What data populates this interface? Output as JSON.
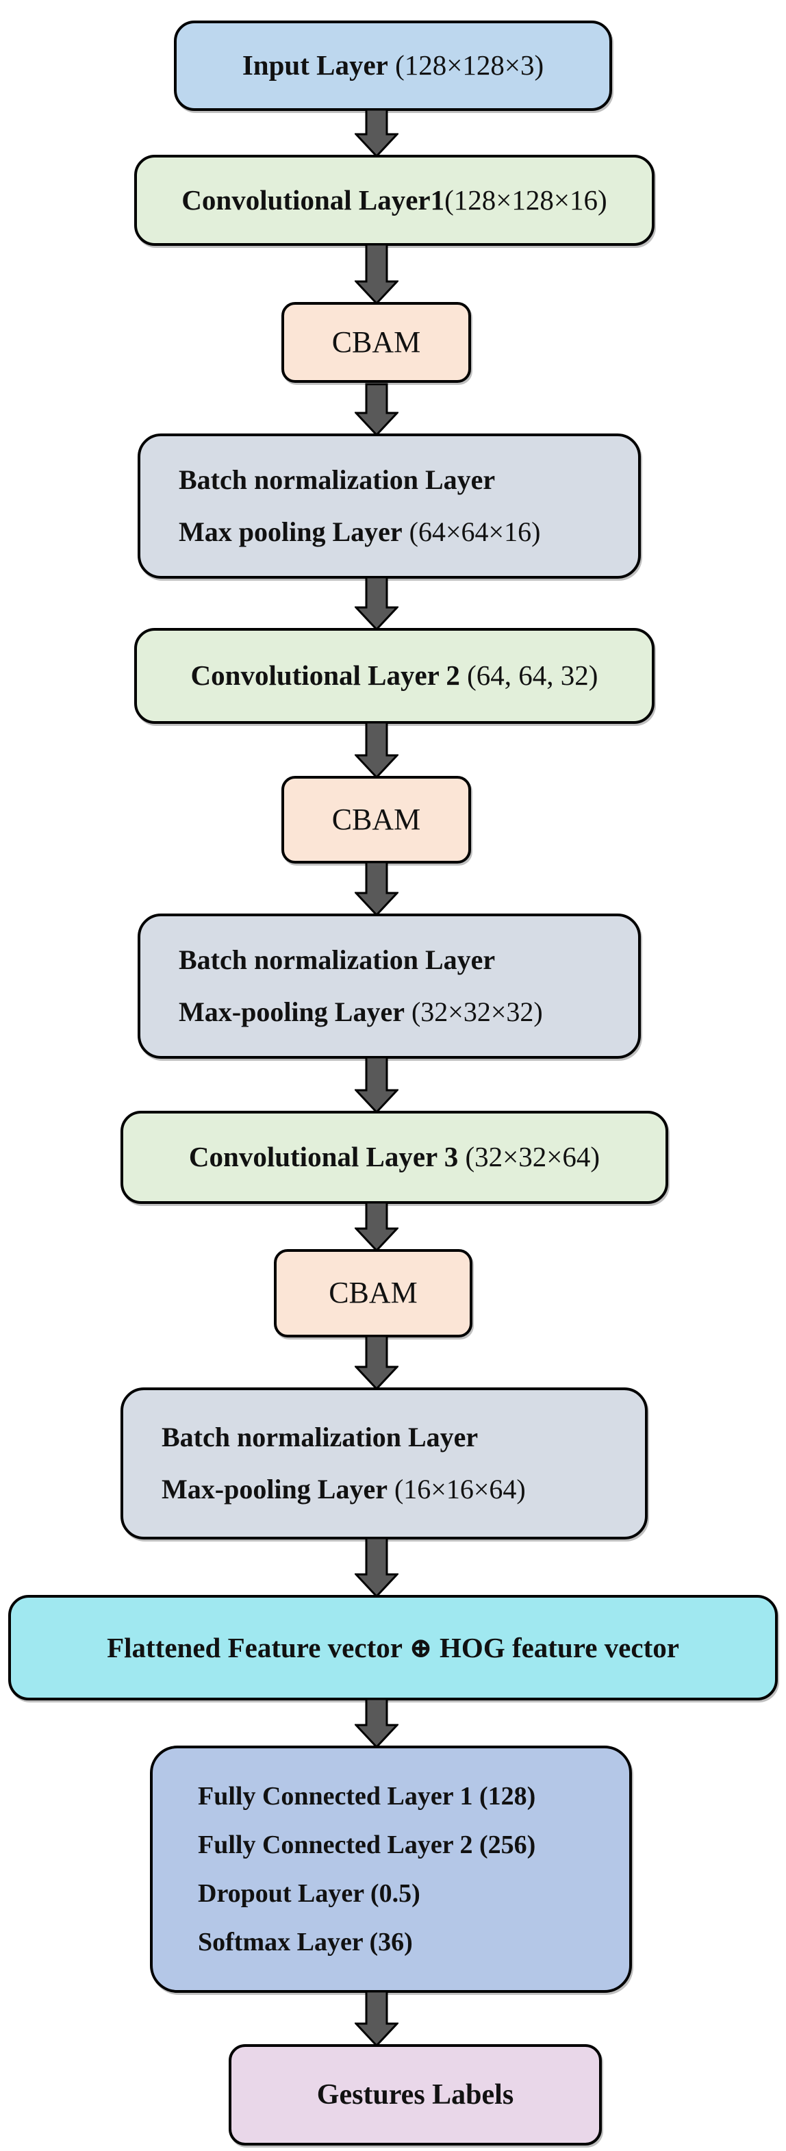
{
  "diagram": {
    "type": "flowchart",
    "direction": "top-down",
    "arrow": {
      "color": "#595959",
      "outline": "#000000"
    },
    "nodes": [
      {
        "name": "input-layer",
        "label": "Input Layer",
        "dims": " (128×128×3)",
        "bg": "#bdd7ee"
      },
      {
        "name": "conv-layer-1",
        "label": "Convolutional Layer1",
        "dims": "(128×128×16)",
        "bg": "#e2efda"
      },
      {
        "name": "cbam-1",
        "label": "CBAM",
        "bg": "#fbe5d6"
      },
      {
        "name": "batchnorm-maxpool-1",
        "line1": "Batch normalization Layer",
        "line2": "Max pooling Layer",
        "dims": " (64×64×16)",
        "bg": "#d6dce5"
      },
      {
        "name": "conv-layer-2",
        "label": "Convolutional Layer 2",
        "dims": " (64, 64, 32)",
        "bg": "#e2efda"
      },
      {
        "name": "cbam-2",
        "label": "CBAM",
        "bg": "#fbe5d6"
      },
      {
        "name": "batchnorm-maxpool-2",
        "line1": "Batch normalization Layer",
        "line2": "Max-pooling Layer",
        "dims": " (32×32×32)",
        "bg": "#d6dce5"
      },
      {
        "name": "conv-layer-3",
        "label": "Convolutional Layer 3",
        "dims": " (32×32×64)",
        "bg": "#e2efda"
      },
      {
        "name": "cbam-3",
        "label": "CBAM",
        "bg": "#fbe5d6"
      },
      {
        "name": "batchnorm-maxpool-3",
        "line1": "Batch normalization Layer",
        "line2": "Max-pooling Layer",
        "dims": " (16×16×64)",
        "bg": "#d6dce5"
      },
      {
        "name": "feature-fusion",
        "label": "Flattened Feature vector ⊕ HOG feature vector",
        "bg": "#a0e8f0"
      },
      {
        "name": "classifier-head",
        "lines": [
          "Fully Connected Layer 1 (128)",
          "Fully Connected Layer 2 (256)",
          "Dropout Layer (0.5)",
          "Softmax Layer (36)"
        ],
        "bg": "#b4c7e7"
      },
      {
        "name": "output-labels",
        "label": "Gestures Labels",
        "bg": "#e9d7e9"
      }
    ]
  }
}
